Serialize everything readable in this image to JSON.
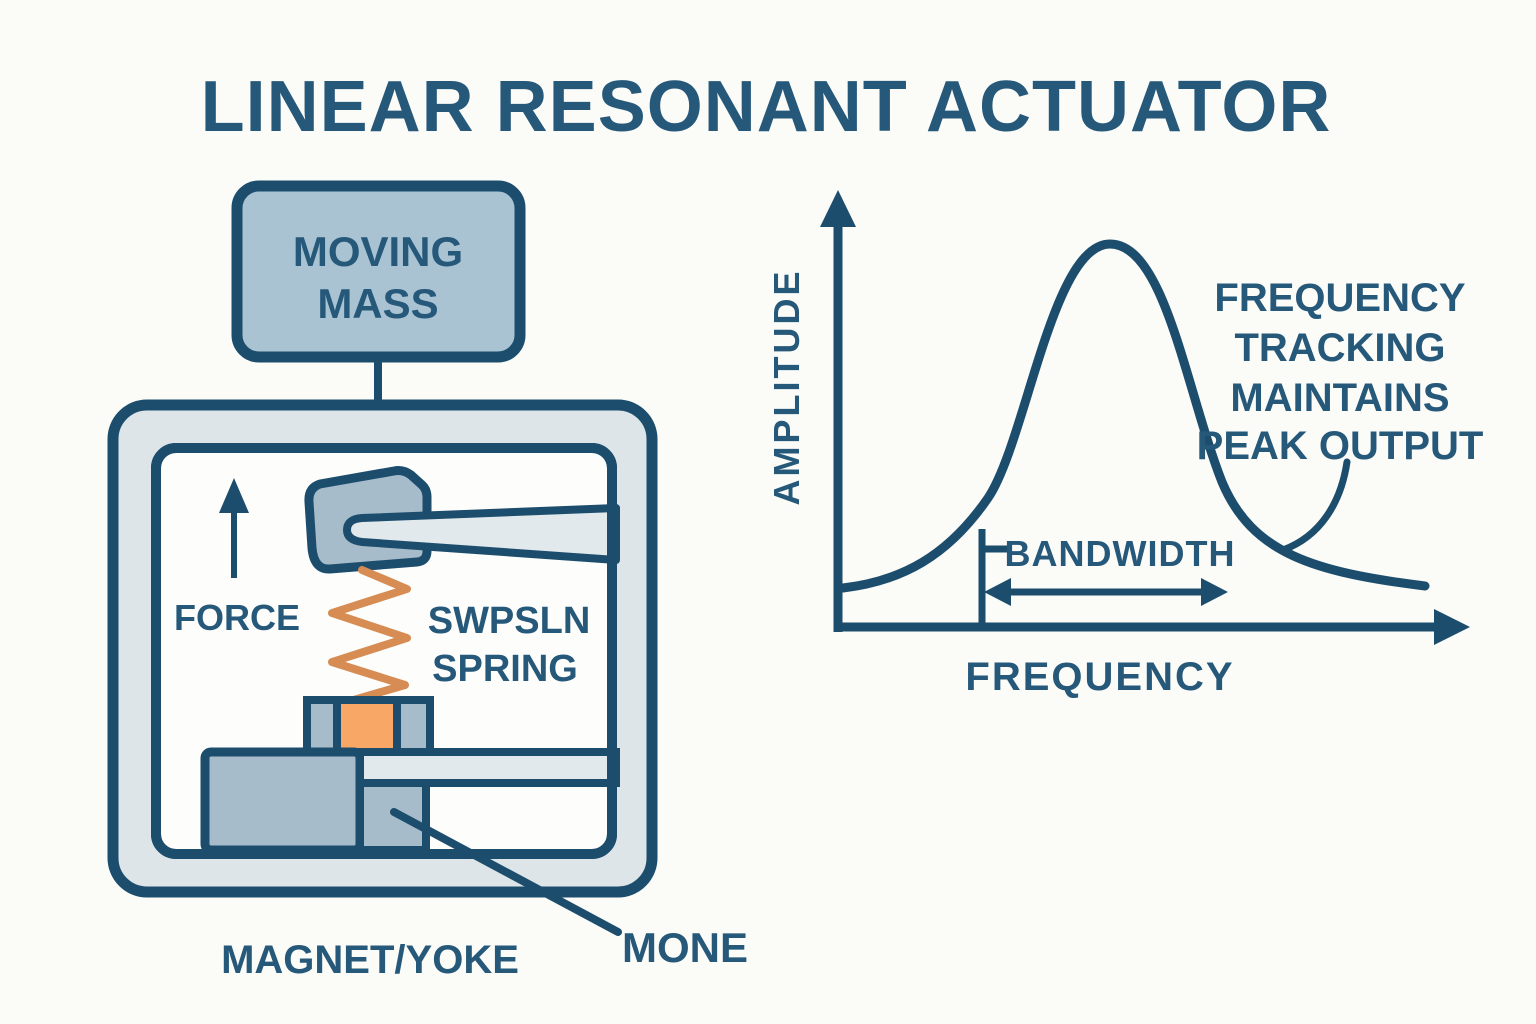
{
  "title": "LINEAR RESONANT ACTUATOR",
  "colors": {
    "background": "#fbfbf8",
    "ink": "#1d4d6d",
    "text": "#26587a",
    "housing_fill": "#dde5e9",
    "cavity_fill": "#fdfdfc",
    "mass_fill": "#a9c3d3",
    "metal_fill": "#a6bccb",
    "bar_fill": "#e2e9ec",
    "spring_orange": "#d68c52",
    "magnet_orange": "#f8a766"
  },
  "actuator": {
    "moving_mass": {
      "line1": "MOVING",
      "line2": "MASS"
    },
    "force_label": "FORCE",
    "spring_label": {
      "line1": "SWPSLN",
      "line2": "SPRING"
    },
    "magnet_yoke_label": "MAGNET/YOKE",
    "coil_label": "MONE"
  },
  "chart": {
    "y_axis_label": "AMPLITUDE",
    "x_axis_label": "FREQUENCY",
    "bandwidth_label": "BANDWIDTH",
    "annotation": {
      "line1": "FREQUENCY",
      "line2": "TRACKING",
      "line3": "MAINTAINS",
      "line4": "PEAK OUTPUT"
    }
  },
  "chart_data": {
    "type": "line",
    "title": "",
    "xlabel": "FREQUENCY",
    "ylabel": "AMPLITUDE",
    "grid": false,
    "legend": "none",
    "x_normalized": [
      0.0,
      0.08,
      0.16,
      0.23,
      0.28,
      0.33,
      0.38,
      0.43,
      0.47,
      0.52,
      0.57,
      0.62,
      0.68,
      0.75,
      0.85,
      1.0
    ],
    "amplitude_normalized": [
      0.1,
      0.11,
      0.14,
      0.2,
      0.33,
      0.62,
      0.92,
      1.0,
      0.92,
      0.62,
      0.35,
      0.22,
      0.15,
      0.12,
      0.11,
      0.1
    ],
    "annotations": [
      "BANDWIDTH",
      "FREQUENCY TRACKING MAINTAINS PEAK OUTPUT"
    ]
  }
}
